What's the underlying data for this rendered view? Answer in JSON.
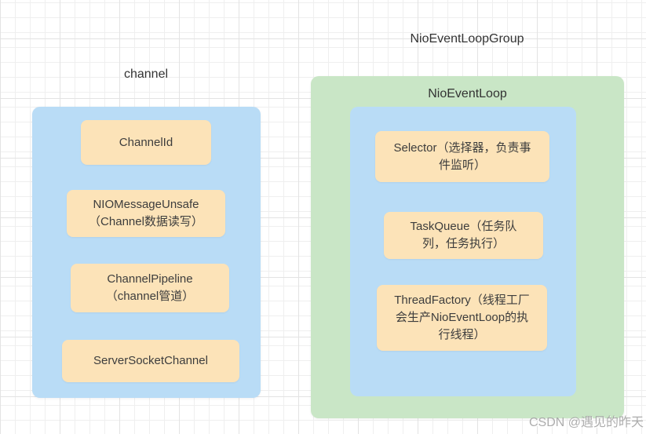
{
  "diagram": {
    "channel_group": {
      "label": "channel",
      "nodes": [
        "ChannelId",
        "NIOMessageUnsafe\n（Channel数据读写）",
        "ChannelPipeline\n（channel管道）",
        "ServerSocketChannel"
      ]
    },
    "nio_event_loop_group": {
      "label": "NioEventLoopGroup",
      "nio_event_loop": {
        "label": "NioEventLoop",
        "nodes": [
          "Selector（选择器，负责事\n件监听）",
          "TaskQueue（任务队\n列，任务执行）",
          "ThreadFactory（线程工厂\n会生产NioEventLoop的执\n行线程）"
        ]
      }
    },
    "watermark": "CSDN @遇见的昨天",
    "colors": {
      "container_blue": "#b9dcf6",
      "container_green": "#c9e6c6",
      "node_fill": "#fce3b8",
      "node_text": "#3d3d3d",
      "label_text": "#333333",
      "grid_minor": "#efefef",
      "grid_major": "#e3e3e3",
      "background": "#ffffff"
    }
  }
}
